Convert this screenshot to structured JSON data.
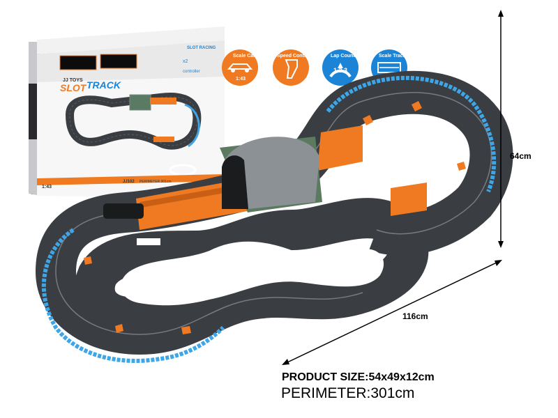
{
  "dimensions": {
    "height_label": "64cm",
    "width_label": "116cm"
  },
  "product": {
    "size_text": "PRODUCT SIZE:54x49x12cm",
    "perimeter_text": "PERIMETER:301cm"
  },
  "box": {
    "brand_small": "JJ TOYS",
    "logo_word1": "SLOT",
    "logo_word2": "TRACK",
    "scale_badge": "1:43",
    "model_no": "JJ102",
    "perimeter_small": "PERIMETER 301cm",
    "controller_small": "controller",
    "car_count": "x2",
    "header_text": "SLOT RACING"
  },
  "features": [
    {
      "label": "Scale Car",
      "sub": "1:43",
      "icon": "car-icon",
      "color": "#f07a22"
    },
    {
      "label": "Speed Controller",
      "sub": "",
      "icon": "controller-icon",
      "color": "#f07a22"
    },
    {
      "label": "Lap Counter",
      "sub": "1 2 3",
      "icon": "lap-counter-icon",
      "color": "#1c84d6"
    },
    {
      "label": "Scale Track",
      "sub": "",
      "icon": "track-icon",
      "color": "#1c84d6"
    }
  ],
  "colors": {
    "track": "#3a3d42",
    "track_edge": "#5a5e63",
    "orange": "#f07a22",
    "blue_rail": "#3ea6e6"
  }
}
